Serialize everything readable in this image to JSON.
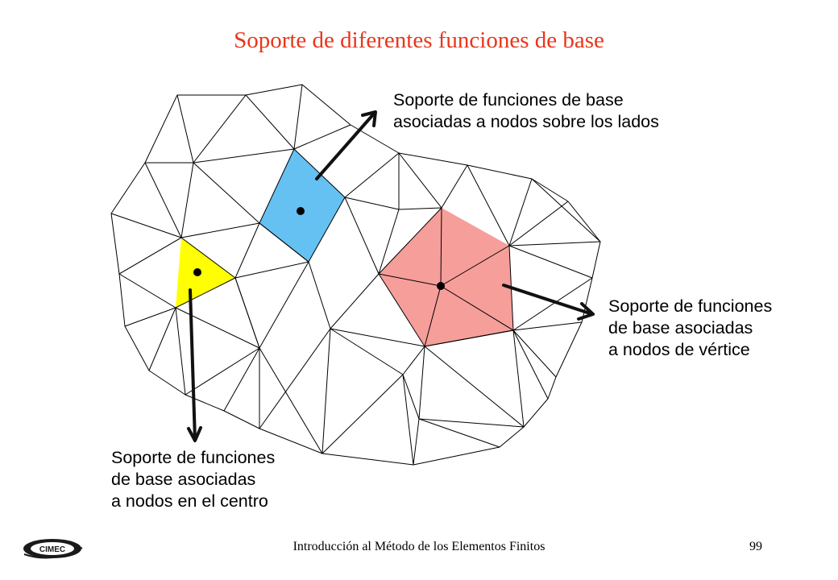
{
  "title": "Soporte de diferentes funciones de base",
  "labels": {
    "edge_nodes": [
      "Soporte de funciones de base",
      "asociadas a nodos sobre los lados"
    ],
    "vertex_nodes": [
      "Soporte de funciones",
      "de base asociadas",
      "a nodos de vértice"
    ],
    "center_nodes": [
      "Soporte de funciones",
      "de base asociadas",
      "a nodos en el centro"
    ]
  },
  "footer": {
    "course": "Introducción al Método de los Elementos Finitos",
    "page_number": "99",
    "logo_text": "CIMEC"
  },
  "colors": {
    "title": "#e8361b",
    "edge_support": "#64c1f2",
    "vertex_support": "#f69e9a",
    "center_support": "#ffff00",
    "mesh_line": "#000000"
  }
}
